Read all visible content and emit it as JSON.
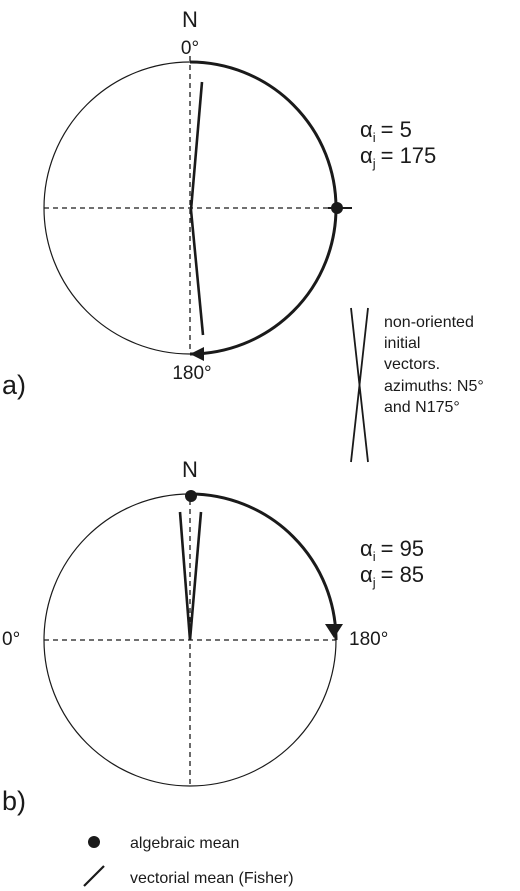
{
  "panel_a": {
    "tag": "a)",
    "north": "N",
    "top_label": "0°",
    "bottom_label": "180°",
    "alpha_i": "= 5",
    "alpha_j": "= 175"
  },
  "panel_b": {
    "tag": "b)",
    "north": "N",
    "left_label": "0°",
    "right_label": "180°",
    "alpha_i": "= 95",
    "alpha_j": "= 85"
  },
  "note": {
    "line1": "non-oriented",
    "line2": "initial",
    "line3": "vectors.",
    "line4": "azimuths: N5°",
    "line5": "and N175°"
  },
  "legend": {
    "algebraic": "algebraic mean",
    "vectorial": "vectorial mean (Fisher)"
  },
  "symbols": {
    "alpha": "α",
    "sub_i": "i",
    "sub_j": "j"
  }
}
